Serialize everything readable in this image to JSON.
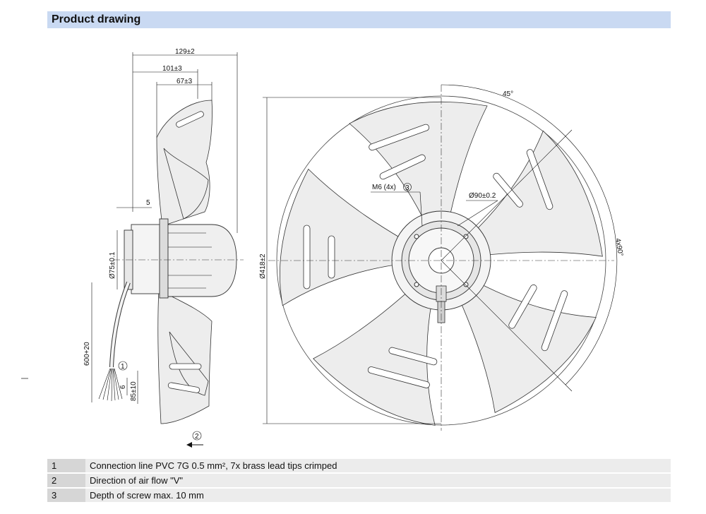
{
  "header": {
    "title": "Product drawing"
  },
  "dimensions": {
    "overall_depth": "129±2",
    "depth_2": "101±3",
    "depth_3": "67±3",
    "offset": "5",
    "shaft_dia": "Ø75±0.1",
    "fan_dia": "Ø418±2",
    "bolt_circle": "Ø90±0.2",
    "screw": "M6 (4x)",
    "screw_ref": "3",
    "cable_len": "600+20",
    "lead_len": "85±10",
    "lead_small": "6",
    "angle_45": "45°",
    "angle_4x90": "4x90°",
    "ref_1": "1",
    "ref_2": "2"
  },
  "notes": [
    {
      "num": "1",
      "text": "Connection line PVC 7G 0.5 mm², 7x brass lead tips crimped"
    },
    {
      "num": "2",
      "text": "Direction of air flow \"V\""
    },
    {
      "num": "3",
      "text": "Depth of screw max. 10 mm"
    }
  ]
}
